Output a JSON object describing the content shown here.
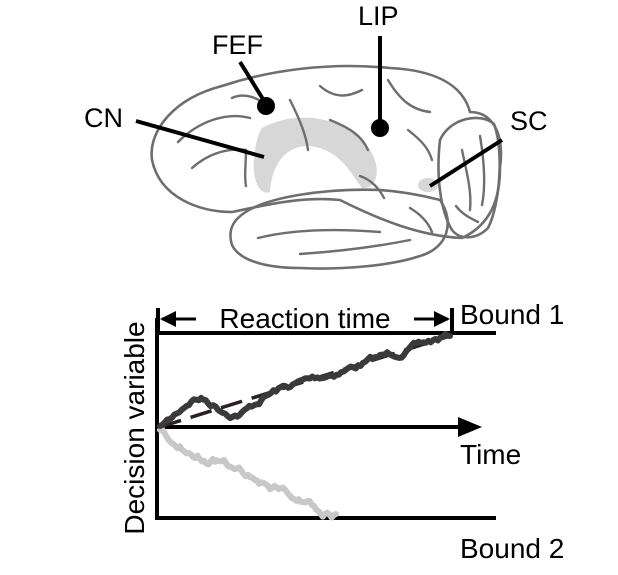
{
  "brain": {
    "labels": {
      "fef": "FEF",
      "lip": "LIP",
      "cn": "CN",
      "sc": "SC"
    },
    "colors": {
      "outline": "#6e6e6e",
      "highlight": "#d7d7d7",
      "pointer": "#000000"
    }
  },
  "plot": {
    "reaction_time_label": "Reaction time",
    "bound1_label": "Bound 1",
    "bound2_label": "Bound 2",
    "time_label": "Time",
    "ylabel": "Decision variable",
    "colors": {
      "dark_trace": "#3a3a3a",
      "light_trace": "#c8c8c8",
      "dashed_drift": "#2f2020",
      "axis": "#000000"
    }
  }
}
